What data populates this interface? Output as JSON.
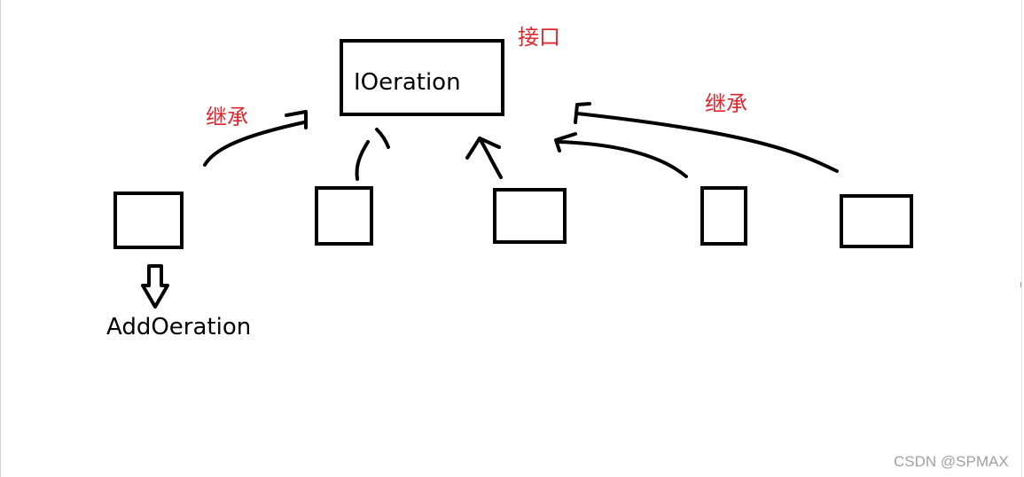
{
  "diagram": {
    "interface_box_label": "IOeration",
    "interface_tag": "接口",
    "inherit_label_left": "继承",
    "inherit_label_right": "继承",
    "subclass_label": "AddOeration"
  },
  "watermark": "CSDN @SPMAX",
  "colors": {
    "stroke": "#000000",
    "annotation": "#e0262c",
    "watermark": "#a0a0a0"
  }
}
